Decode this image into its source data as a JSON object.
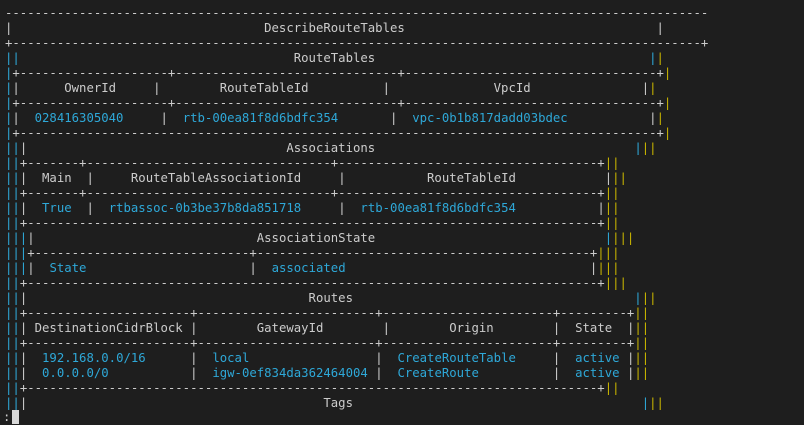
{
  "command_output": {
    "title": "DescribeRouteTables",
    "route_tables_title": "RouteTables",
    "route_tables_headers": [
      "OwnerId",
      "RouteTableId",
      "VpcId"
    ],
    "route_tables_row": [
      "028416305040",
      "rtb-00ea81f8d6bdfc354",
      "vpc-0b1b817dadd03bdec"
    ],
    "associations_title": "Associations",
    "associations_headers": [
      "Main",
      "RouteTableAssociationId",
      "RouteTableId"
    ],
    "associations_row": [
      "True",
      "rtbassoc-0b3be37b8da851718",
      "rtb-00ea81f8d6bdfc354"
    ],
    "association_state_title": "AssociationState",
    "association_state_row": [
      "State",
      "associated"
    ],
    "routes_title": "Routes",
    "routes_headers": [
      "DestinationCidrBlock",
      "GatewayId",
      "Origin",
      "State"
    ],
    "routes_rows": [
      [
        "192.168.0.0/16",
        "local",
        "CreateRouteTable",
        "active"
      ],
      [
        "0.0.0.0/0",
        "igw-0ef834da362464004",
        "CreateRoute",
        "active"
      ]
    ],
    "tags_title": "Tags",
    "prompt": ":"
  },
  "colors": {
    "background": "#1e1e1e",
    "text": "#cccccc",
    "value": "#2ea8d8",
    "border_blue": "#2ea8d8",
    "border_yellow": "#c8b400"
  }
}
